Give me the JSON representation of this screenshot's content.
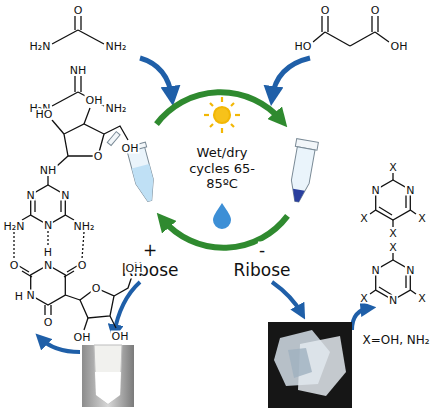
{
  "diagram": {
    "labels": [
      "O",
      "H₂N",
      "NH₂",
      "NH",
      "H₂N",
      "NH₂",
      "O",
      "O",
      "HO",
      "OH",
      "Wet/dry cycles 65-85ºC",
      "+",
      "Ribose",
      "-",
      "Ribose",
      "X",
      "X",
      "X",
      "X",
      "N",
      "N",
      "X",
      "X",
      "X",
      "N",
      "N",
      "N",
      "X=OH, NH₂",
      "NH",
      "H₂N",
      "NH₂",
      "N",
      "N",
      "N",
      "O",
      "HO",
      "OH",
      "OH",
      "O",
      "O",
      "N",
      "H",
      "N",
      "H",
      "O",
      "O",
      "OH",
      "OH",
      "OH"
    ]
  }
}
